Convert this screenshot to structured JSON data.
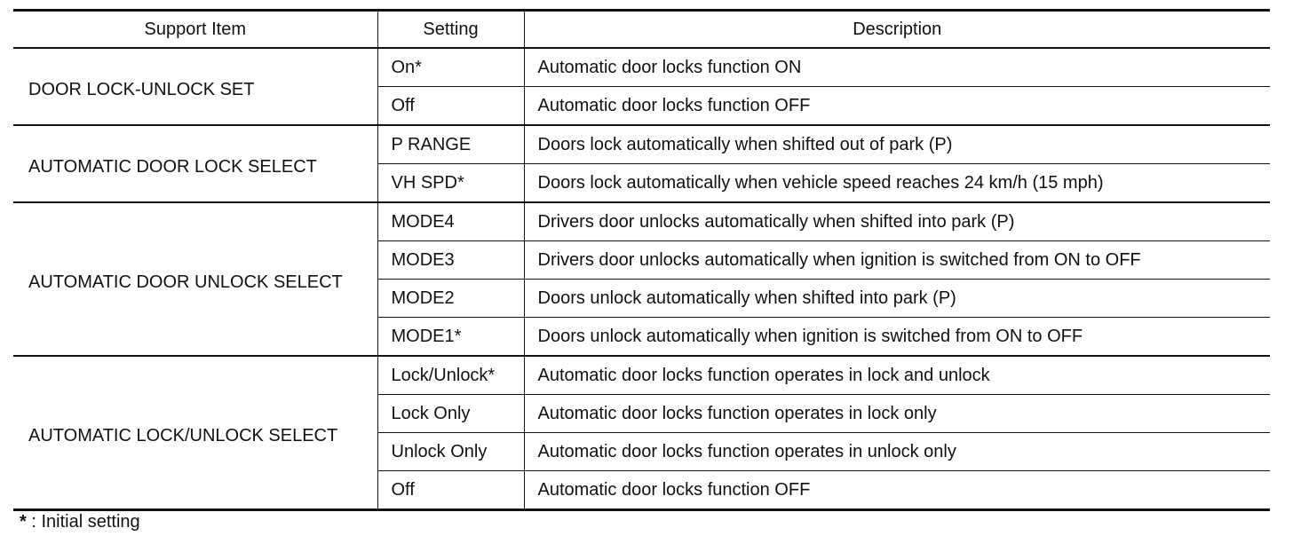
{
  "table": {
    "headers": [
      "Support Item",
      "Setting",
      "Description"
    ],
    "groups": [
      {
        "item": "DOOR LOCK-UNLOCK SET",
        "rows": [
          {
            "setting": "On*",
            "description": "Automatic door locks function ON"
          },
          {
            "setting": "Off",
            "description": "Automatic door locks function OFF"
          }
        ]
      },
      {
        "item": "AUTOMATIC DOOR LOCK SELECT",
        "rows": [
          {
            "setting": "P RANGE",
            "description": "Doors lock automatically when shifted out of park (P)"
          },
          {
            "setting": "VH SPD*",
            "description": "Doors lock automatically when vehicle speed reaches 24 km/h (15 mph)"
          }
        ]
      },
      {
        "item": "AUTOMATIC DOOR UNLOCK SELECT",
        "rows": [
          {
            "setting": "MODE4",
            "description": "Drivers door unlocks automatically when shifted into park (P)"
          },
          {
            "setting": "MODE3",
            "description": "Drivers door unlocks automatically when ignition is switched from ON to OFF"
          },
          {
            "setting": "MODE2",
            "description": "Doors unlock automatically when shifted into park (P)"
          },
          {
            "setting": "MODE1*",
            "description": "Doors unlock automatically when ignition is switched from ON to OFF"
          }
        ]
      },
      {
        "item": "AUTOMATIC LOCK/UNLOCK SELECT",
        "rows": [
          {
            "setting": "Lock/Unlock*",
            "description": "Automatic door locks function operates in lock and unlock"
          },
          {
            "setting": "Lock Only",
            "description": "Automatic door locks function operates in lock only"
          },
          {
            "setting": "Unlock Only",
            "description": "Automatic door locks function operates in unlock only"
          },
          {
            "setting": "Off",
            "description": "Automatic door locks function OFF"
          }
        ]
      }
    ]
  },
  "footnote": {
    "mark": "*",
    "text": " : Initial setting"
  }
}
